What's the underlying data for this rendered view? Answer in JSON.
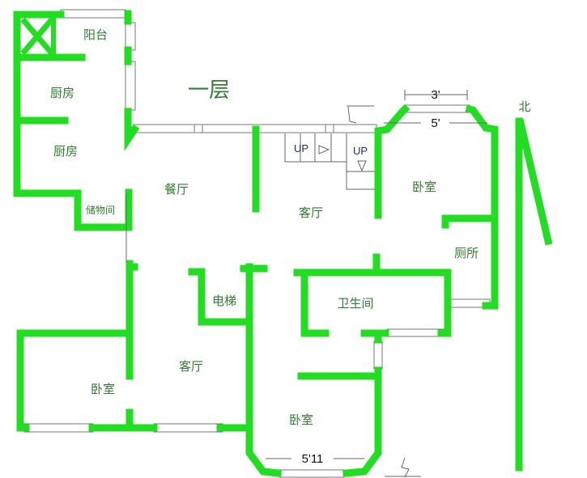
{
  "title": "一层",
  "rooms": {
    "balcony": "阳台",
    "kitchen_1": "厨房",
    "kitchen_2": "厨房",
    "storage": "储物间",
    "dining": "餐厅",
    "living_upper": "客厅",
    "bedroom_ne": "卧室",
    "toilet": "厕所",
    "bathroom": "卫生间",
    "elevator": "电梯",
    "living_lower": "客厅",
    "bedroom_sw": "卧室",
    "bedroom_s": "卧室"
  },
  "stairs": {
    "up_1": "UP",
    "up_2": "UP"
  },
  "dimensions": {
    "bay_top_inner": "3'",
    "bay_top_outer": "5'",
    "bay_bottom": "5'11"
  },
  "compass": {
    "north": "北"
  },
  "colors": {
    "wall": "#22dd22",
    "label": "#2f7f2f"
  }
}
